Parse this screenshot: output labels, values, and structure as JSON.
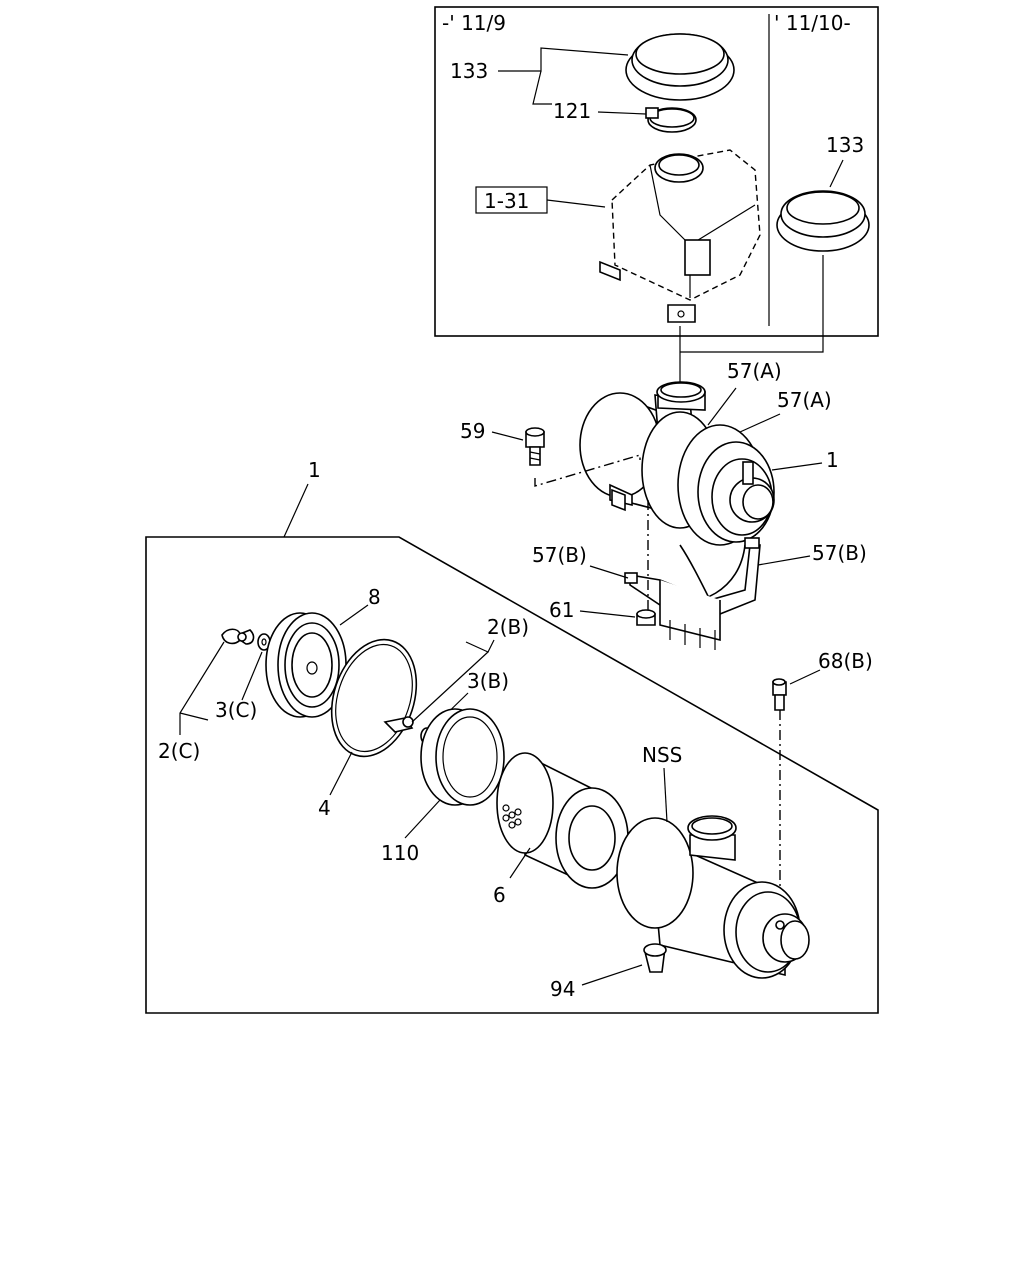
{
  "inset": {
    "left_period": "-' 11/9",
    "right_period": "' 11/10-",
    "ref_box": "1-31"
  },
  "callouts": {
    "c133a": "133",
    "c121": "121",
    "c133b": "133",
    "c57a1": "57(A)",
    "c57a2": "57(A)",
    "c59": "59",
    "c1a": "1",
    "c1b": "1",
    "c57b1": "57(B)",
    "c57b2": "57(B)",
    "c61": "61",
    "c68b": "68(B)",
    "c8": "8",
    "c2b": "2(B)",
    "c3b": "3(B)",
    "c3c": "3(C)",
    "c2c": "2(C)",
    "c4": "4",
    "c110": "110",
    "c6": "6",
    "cnss": "NSS",
    "c94": "94"
  }
}
